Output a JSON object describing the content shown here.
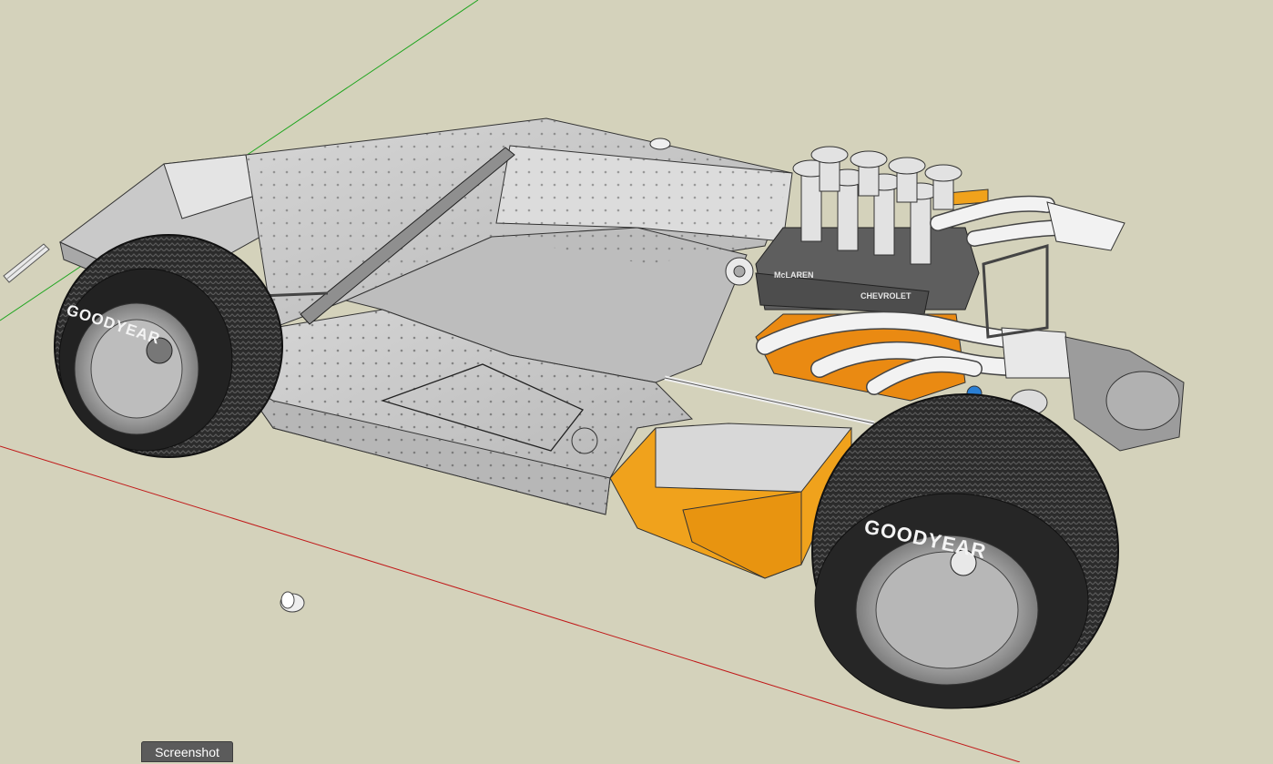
{
  "scene_tab": {
    "label": "Screenshot"
  },
  "tires": {
    "front_brand": "GOODYEAR",
    "rear_brand": "GOODYEAR"
  },
  "engine": {
    "left_label": "McLAREN",
    "right_label": "CHEVROLET"
  },
  "colors": {
    "ground": "#d4d2bb",
    "axis_green": "#1ea51e",
    "axis_red": "#c01818",
    "panel_aluminum": "#c8c8c8",
    "panel_orange": "#f0a21c",
    "tire": "#2a2a2a"
  }
}
